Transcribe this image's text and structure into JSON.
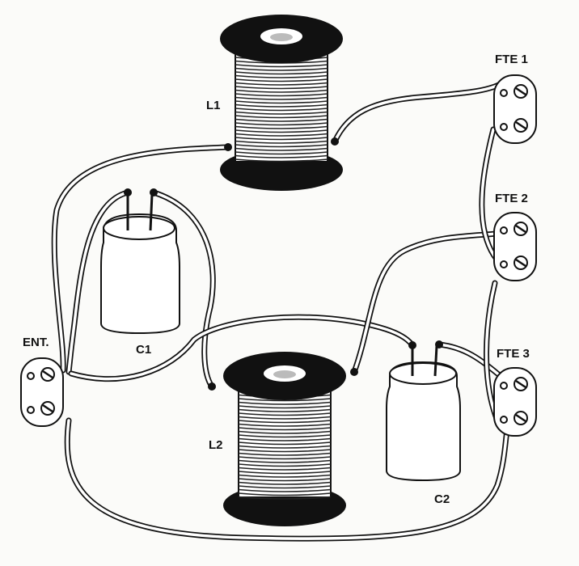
{
  "labels": {
    "l1": "L1",
    "l2": "L2",
    "c1": "C1",
    "c2": "C2",
    "ent": "ENT.",
    "fte1": "FTE 1",
    "fte2": "FTE 2",
    "fte3": "FTE 3"
  }
}
